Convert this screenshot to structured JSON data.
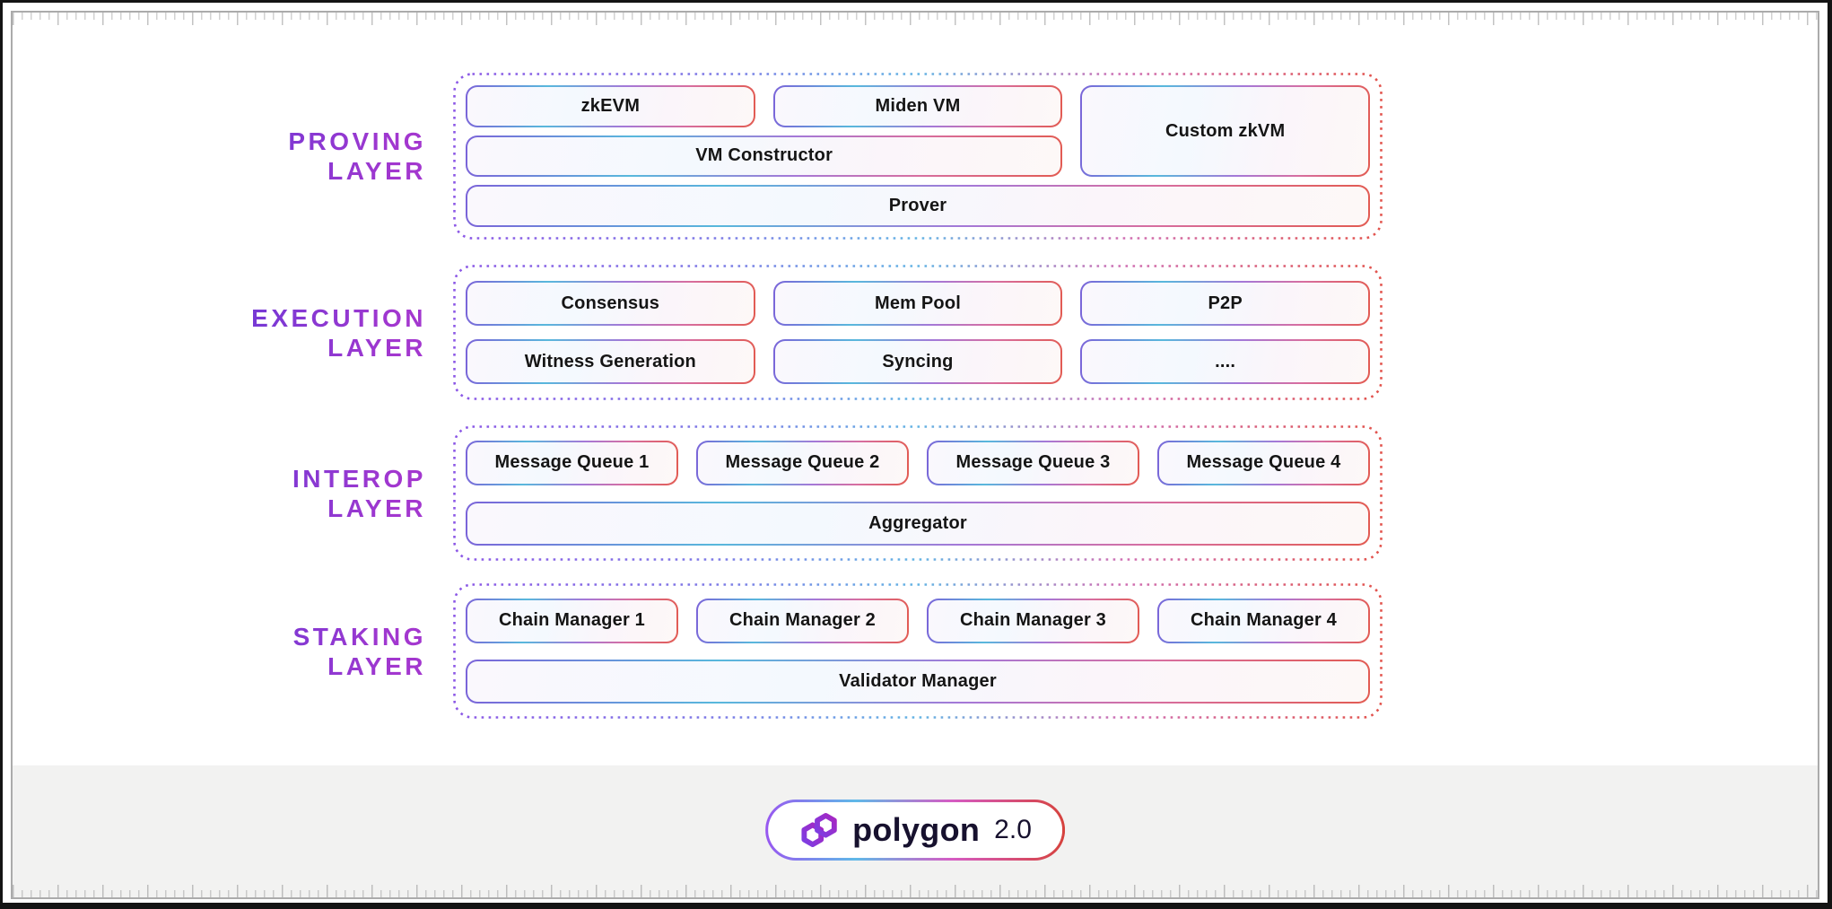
{
  "proving": {
    "label_line1": "PROVING",
    "label_line2": "LAYER",
    "boxes": {
      "zkevm": "zkEVM",
      "miden_vm": "Miden VM",
      "custom_zkvm": "Custom zkVM",
      "vm_constructor": "VM Constructor",
      "prover": "Prover"
    }
  },
  "execution": {
    "label_line1": "EXECUTION",
    "label_line2": "LAYER",
    "boxes": {
      "consensus": "Consensus",
      "mem_pool": "Mem Pool",
      "p2p": "P2P",
      "witness_generation": "Witness Generation",
      "syncing": "Syncing",
      "more": "...."
    }
  },
  "interop": {
    "label_line1": "INTEROP",
    "label_line2": "LAYER",
    "boxes": {
      "message_queue_1": "Message Queue 1",
      "message_queue_2": "Message Queue 2",
      "message_queue_3": "Message Queue 3",
      "message_queue_4": "Message Queue 4",
      "aggregator": "Aggregator"
    }
  },
  "staking": {
    "label_line1": "STAKING",
    "label_line2": "LAYER",
    "boxes": {
      "chain_manager_1": "Chain Manager 1",
      "chain_manager_2": "Chain Manager 2",
      "chain_manager_3": "Chain Manager 3",
      "chain_manager_4": "Chain Manager 4",
      "validator_manager": "Validator Manager"
    }
  },
  "footer": {
    "brand": "polygon",
    "version": "2.0",
    "logo_icon": "polygon-logo-icon"
  },
  "colors": {
    "label_gradient_start": "#5b3ad8",
    "label_gradient_end": "#a337cf",
    "dotted_border_purple": "#8c58e6",
    "dotted_border_cyan": "#64b4e4",
    "dotted_border_pink": "#cf6fb4",
    "dotted_border_red": "#e2534c",
    "box_border_purple": "#7b64d9",
    "box_border_red": "#e25b52",
    "logo_magenta": "#a726c1",
    "logo_violet": "#7b3fe4",
    "footer_strip_bg": "#f2f2f1",
    "box_text": "#151515"
  }
}
